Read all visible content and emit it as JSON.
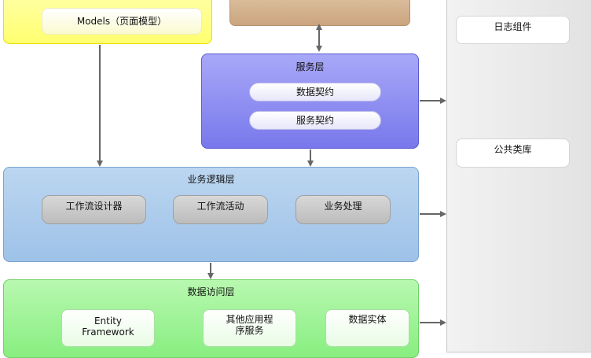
{
  "presentation": {
    "models_label": "Models（页面模型）"
  },
  "service_layer": {
    "title": "服务层",
    "items": [
      "数据契约",
      "服务契约"
    ]
  },
  "business_layer": {
    "title": "业务逻辑层",
    "items": [
      "工作流设计器",
      "工作流活动",
      "业务处理"
    ]
  },
  "data_layer": {
    "title": "数据访问层",
    "items": [
      "Entity\nFramework",
      "其他应用程\n序服务",
      "数据实体"
    ]
  },
  "cross_cutting": {
    "items": [
      "日志组件",
      "公共类库"
    ]
  },
  "colors": {
    "presentation_fill": "#ffff88",
    "top_box_fill": "#d6b48e",
    "service_fill": "#8c8cf5",
    "business_fill": "#aacbea",
    "data_fill": "#a3f59a",
    "side_panel_fill": "#e6e6e6",
    "arrow": "#666666"
  }
}
